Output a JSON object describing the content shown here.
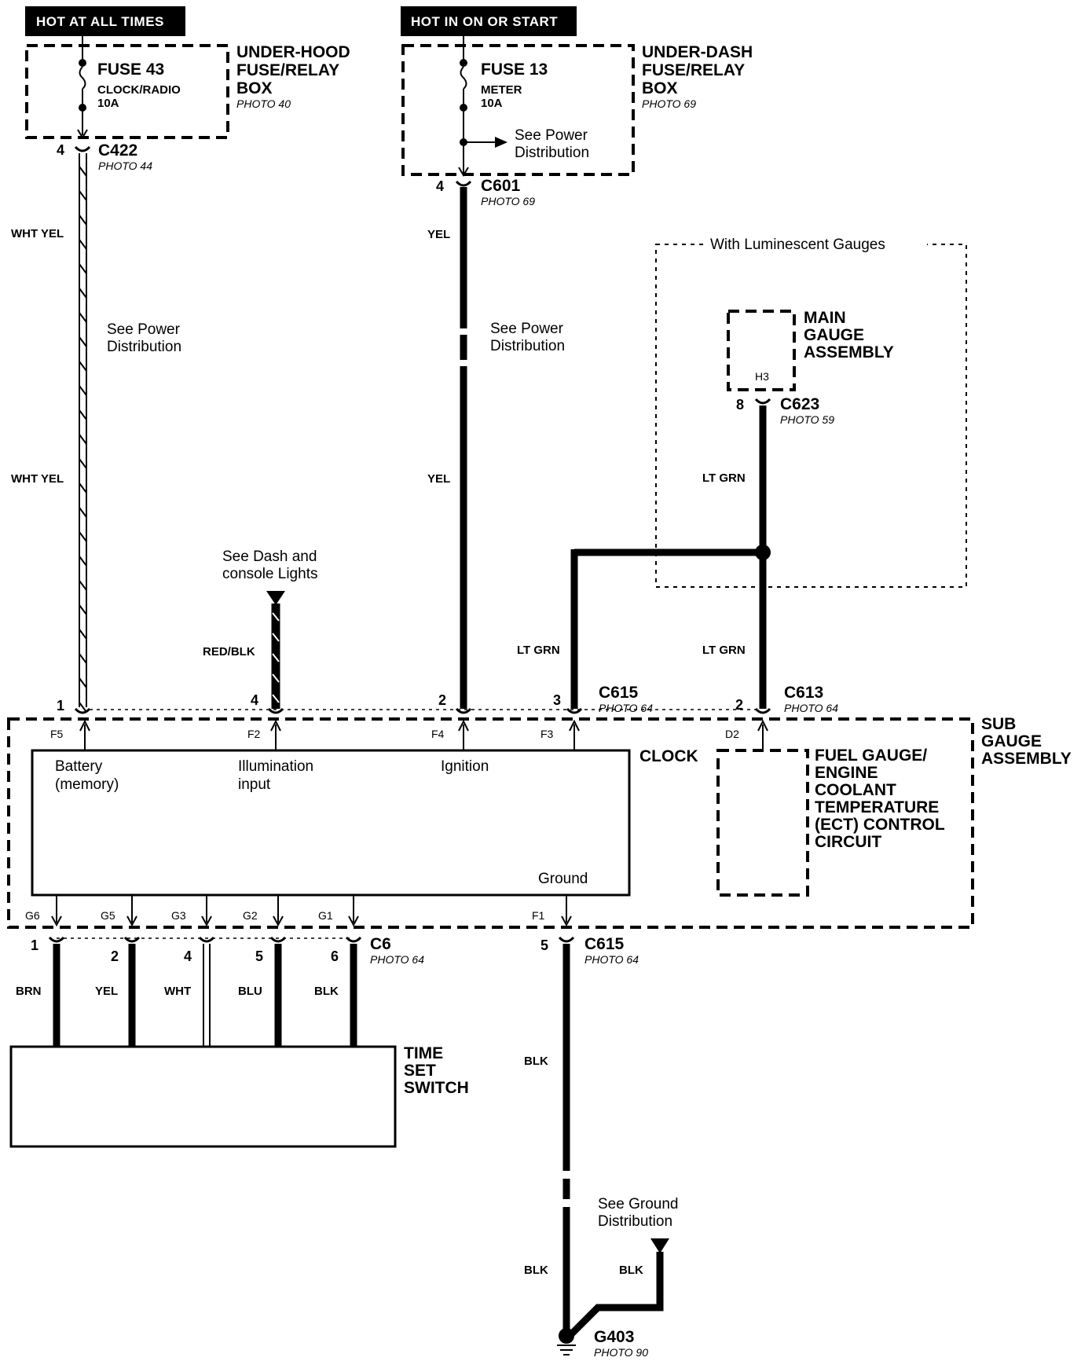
{
  "headers": {
    "hot_always": "HOT AT ALL TIMES",
    "hot_on_start": "HOT IN ON OR START"
  },
  "underhood": {
    "box_name_1": "UNDER-HOOD",
    "box_name_2": "FUSE/RELAY",
    "box_name_3": "BOX",
    "photo": "PHOTO 40",
    "fuse": "FUSE 43",
    "fuse_desc": "CLOCK/RADIO",
    "fuse_rating": "10A"
  },
  "underdash": {
    "box_name_1": "UNDER-DASH",
    "box_name_2": "FUSE/RELAY",
    "box_name_3": "BOX",
    "photo": "PHOTO 69",
    "fuse": "FUSE 13",
    "fuse_desc": "METER",
    "fuse_rating": "10A",
    "see_1": "See Power",
    "see_2": "Distribution"
  },
  "connectors": {
    "c422": "C422",
    "c422_photo": "PHOTO 44",
    "c422_pin": "4",
    "c601": "C601",
    "c601_photo": "PHOTO 69",
    "c601_pin": "4",
    "c623": "C623",
    "c623_photo": "PHOTO 59",
    "c623_pin": "8",
    "c615_top": "C615",
    "c615_top_photo": "PHOTO 64",
    "c613": "C613",
    "c613_photo": "PHOTO 64",
    "c6": "C6",
    "c6_photo": "PHOTO 64",
    "c615_bot": "C615",
    "c615_bot_photo": "PHOTO 64",
    "c615_bot_pin": "5",
    "g403": "G403",
    "g403_photo": "PHOTO 90"
  },
  "wires": {
    "wht_yel": "WHT YEL",
    "yel": "YEL",
    "lt_grn": "LT GRN",
    "red_blk": "RED/BLK",
    "brn": "BRN",
    "wht": "WHT",
    "blu": "BLU",
    "blk": "BLK"
  },
  "notes": {
    "see_power_1": "See Power",
    "see_power_2": "Distribution",
    "see_dash_1": "See Dash and",
    "see_dash_2": "console Lights",
    "see_ground_1": "See Ground",
    "see_ground_2": "Distribution",
    "luminescent": "With Luminescent Gauges"
  },
  "main_gauge": {
    "line1": "MAIN",
    "line2": "GAUGE",
    "line3": "ASSEMBLY",
    "terminal": "H3"
  },
  "sub_gauge": {
    "line1": "SUB",
    "line2": "GAUGE",
    "line3": "ASSEMBLY"
  },
  "clock": {
    "title": "CLOCK",
    "battery_1": "Battery",
    "battery_2": "(memory)",
    "illum_1": "Illumination",
    "illum_2": "input",
    "ignition": "Ignition",
    "ground": "Ground"
  },
  "fuel_gauge": {
    "l1": "FUEL GAUGE/",
    "l2": "ENGINE",
    "l3": "COOLANT",
    "l4": "TEMPERATURE",
    "l5": "(ECT) CONTROL",
    "l6": "CIRCUIT"
  },
  "time_set": {
    "l1": "TIME",
    "l2": "SET",
    "l3": "SWITCH"
  },
  "top_pins": {
    "p1": "1",
    "p4": "4",
    "p2": "2",
    "p3": "3",
    "p2b": "2"
  },
  "terminals_top": {
    "f5": "F5",
    "f2": "F2",
    "f4": "F4",
    "f3": "F3",
    "d2": "D2"
  },
  "terminals_bottom": {
    "g6": "G6",
    "g5": "G5",
    "g3": "G3",
    "g2": "G2",
    "g1": "G1",
    "f1": "F1"
  },
  "bottom_pins": {
    "p1": "1",
    "p2": "2",
    "p4": "4",
    "p5": "5",
    "p6": "6"
  }
}
